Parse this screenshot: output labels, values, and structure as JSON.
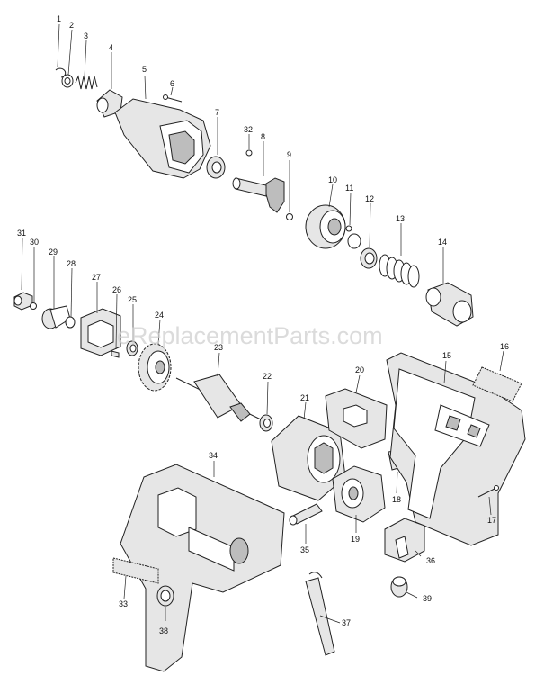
{
  "watermark": "eReplacementParts.com",
  "labels": {
    "p1": "1",
    "p2": "2",
    "p3": "3",
    "p4": "4",
    "p5": "5",
    "p6": "6",
    "p7": "7",
    "p8": "8",
    "p9": "9",
    "p10": "10",
    "p11": "11",
    "p12": "12",
    "p13": "13",
    "p14": "14",
    "p15": "15",
    "p16": "16",
    "p17": "17",
    "p18": "18",
    "p19": "19",
    "p20": "20",
    "p21": "21",
    "p22": "22",
    "p23": "23",
    "p24": "24",
    "p25": "25",
    "p26": "26",
    "p27": "27",
    "p28": "28",
    "p29": "29",
    "p30": "30",
    "p31": "31",
    "p32": "32",
    "p33": "33",
    "p34": "34",
    "p35": "35",
    "p36": "36",
    "p37": "37",
    "p38": "38",
    "p39": "39"
  }
}
